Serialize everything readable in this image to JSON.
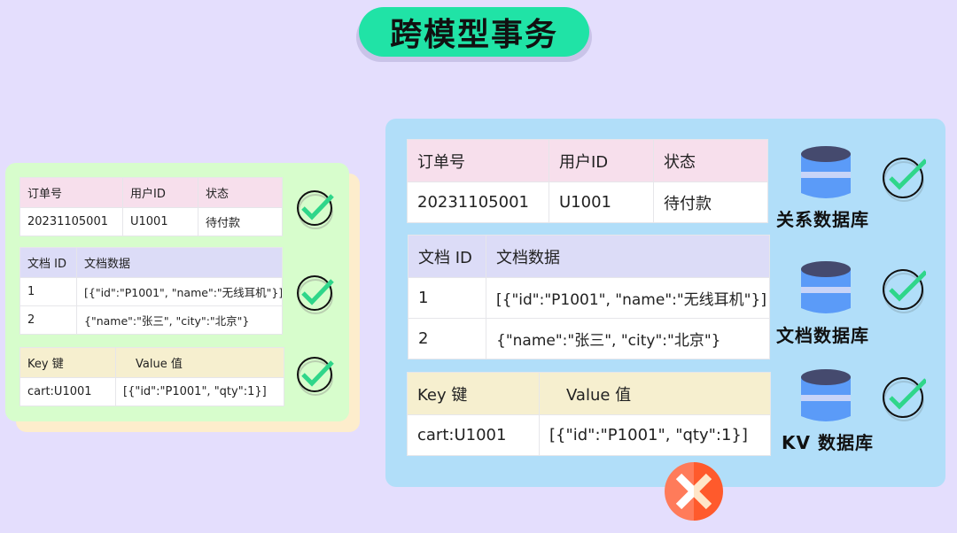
{
  "title": "跨模型事务",
  "colors": {
    "background": "#e4defd",
    "title_pill": "#20e3a6",
    "left_card_front": "#d7fdcc",
    "left_card_back": "#fdedcc",
    "right_panel": "#b1def9",
    "relational_header": "#f7dfec",
    "document_header": "#dcdcf7",
    "kv_header": "#f6efcf",
    "check_green": "#2fd68a",
    "db_body": "#5b9bf8",
    "db_top": "#454a6e",
    "fail_red": "#ff6a3d"
  },
  "left": {
    "relational_table": {
      "headers": [
        "订单号",
        "用户ID",
        "状态"
      ],
      "rows": [
        [
          "20231105001",
          "U1001",
          "待付款"
        ]
      ],
      "status_icon": "check-icon"
    },
    "document_table": {
      "headers": [
        "文档 ID",
        "文档数据"
      ],
      "rows": [
        [
          "1",
          "[{\"id\":\"P1001\", \"name\":\"无线耳机\"}]"
        ],
        [
          "2",
          "{\"name\":\"张三\", \"city\":\"北京\"}"
        ]
      ],
      "status_icon": "check-icon"
    },
    "kv_table": {
      "headers": [
        "Key 键",
        "Value 值"
      ],
      "rows": [
        [
          "cart:U1001",
          "[{\"id\":\"P1001\", \"qty\":1}]"
        ]
      ],
      "status_icon": "check-icon"
    }
  },
  "right": {
    "relational_table": {
      "headers": [
        "订单号",
        "用户ID",
        "状态"
      ],
      "rows": [
        [
          "20231105001",
          "U1001",
          "待付款"
        ]
      ]
    },
    "document_table": {
      "headers": [
        "文档 ID",
        "文档数据"
      ],
      "rows": [
        [
          "1",
          "[{\"id\":\"P1001\", \"name\":\"无线耳机\"}]"
        ],
        [
          "2",
          "{\"name\":\"张三\", \"city\":\"北京\"}"
        ]
      ]
    },
    "kv_table": {
      "headers": [
        "Key 键",
        "Value 值"
      ],
      "rows": [
        [
          "cart:U1001",
          "[{\"id\":\"P1001\", \"qty\":1}]"
        ]
      ]
    },
    "databases": [
      {
        "label": "关系数据库",
        "icon": "database-icon",
        "status_icon": "check-icon"
      },
      {
        "label": "文档数据库",
        "icon": "database-icon",
        "status_icon": "check-icon"
      },
      {
        "label": "KV 数据库",
        "icon": "database-icon",
        "status_icon": "check-icon"
      }
    ],
    "overall_status_icon": "fail-x-icon"
  }
}
